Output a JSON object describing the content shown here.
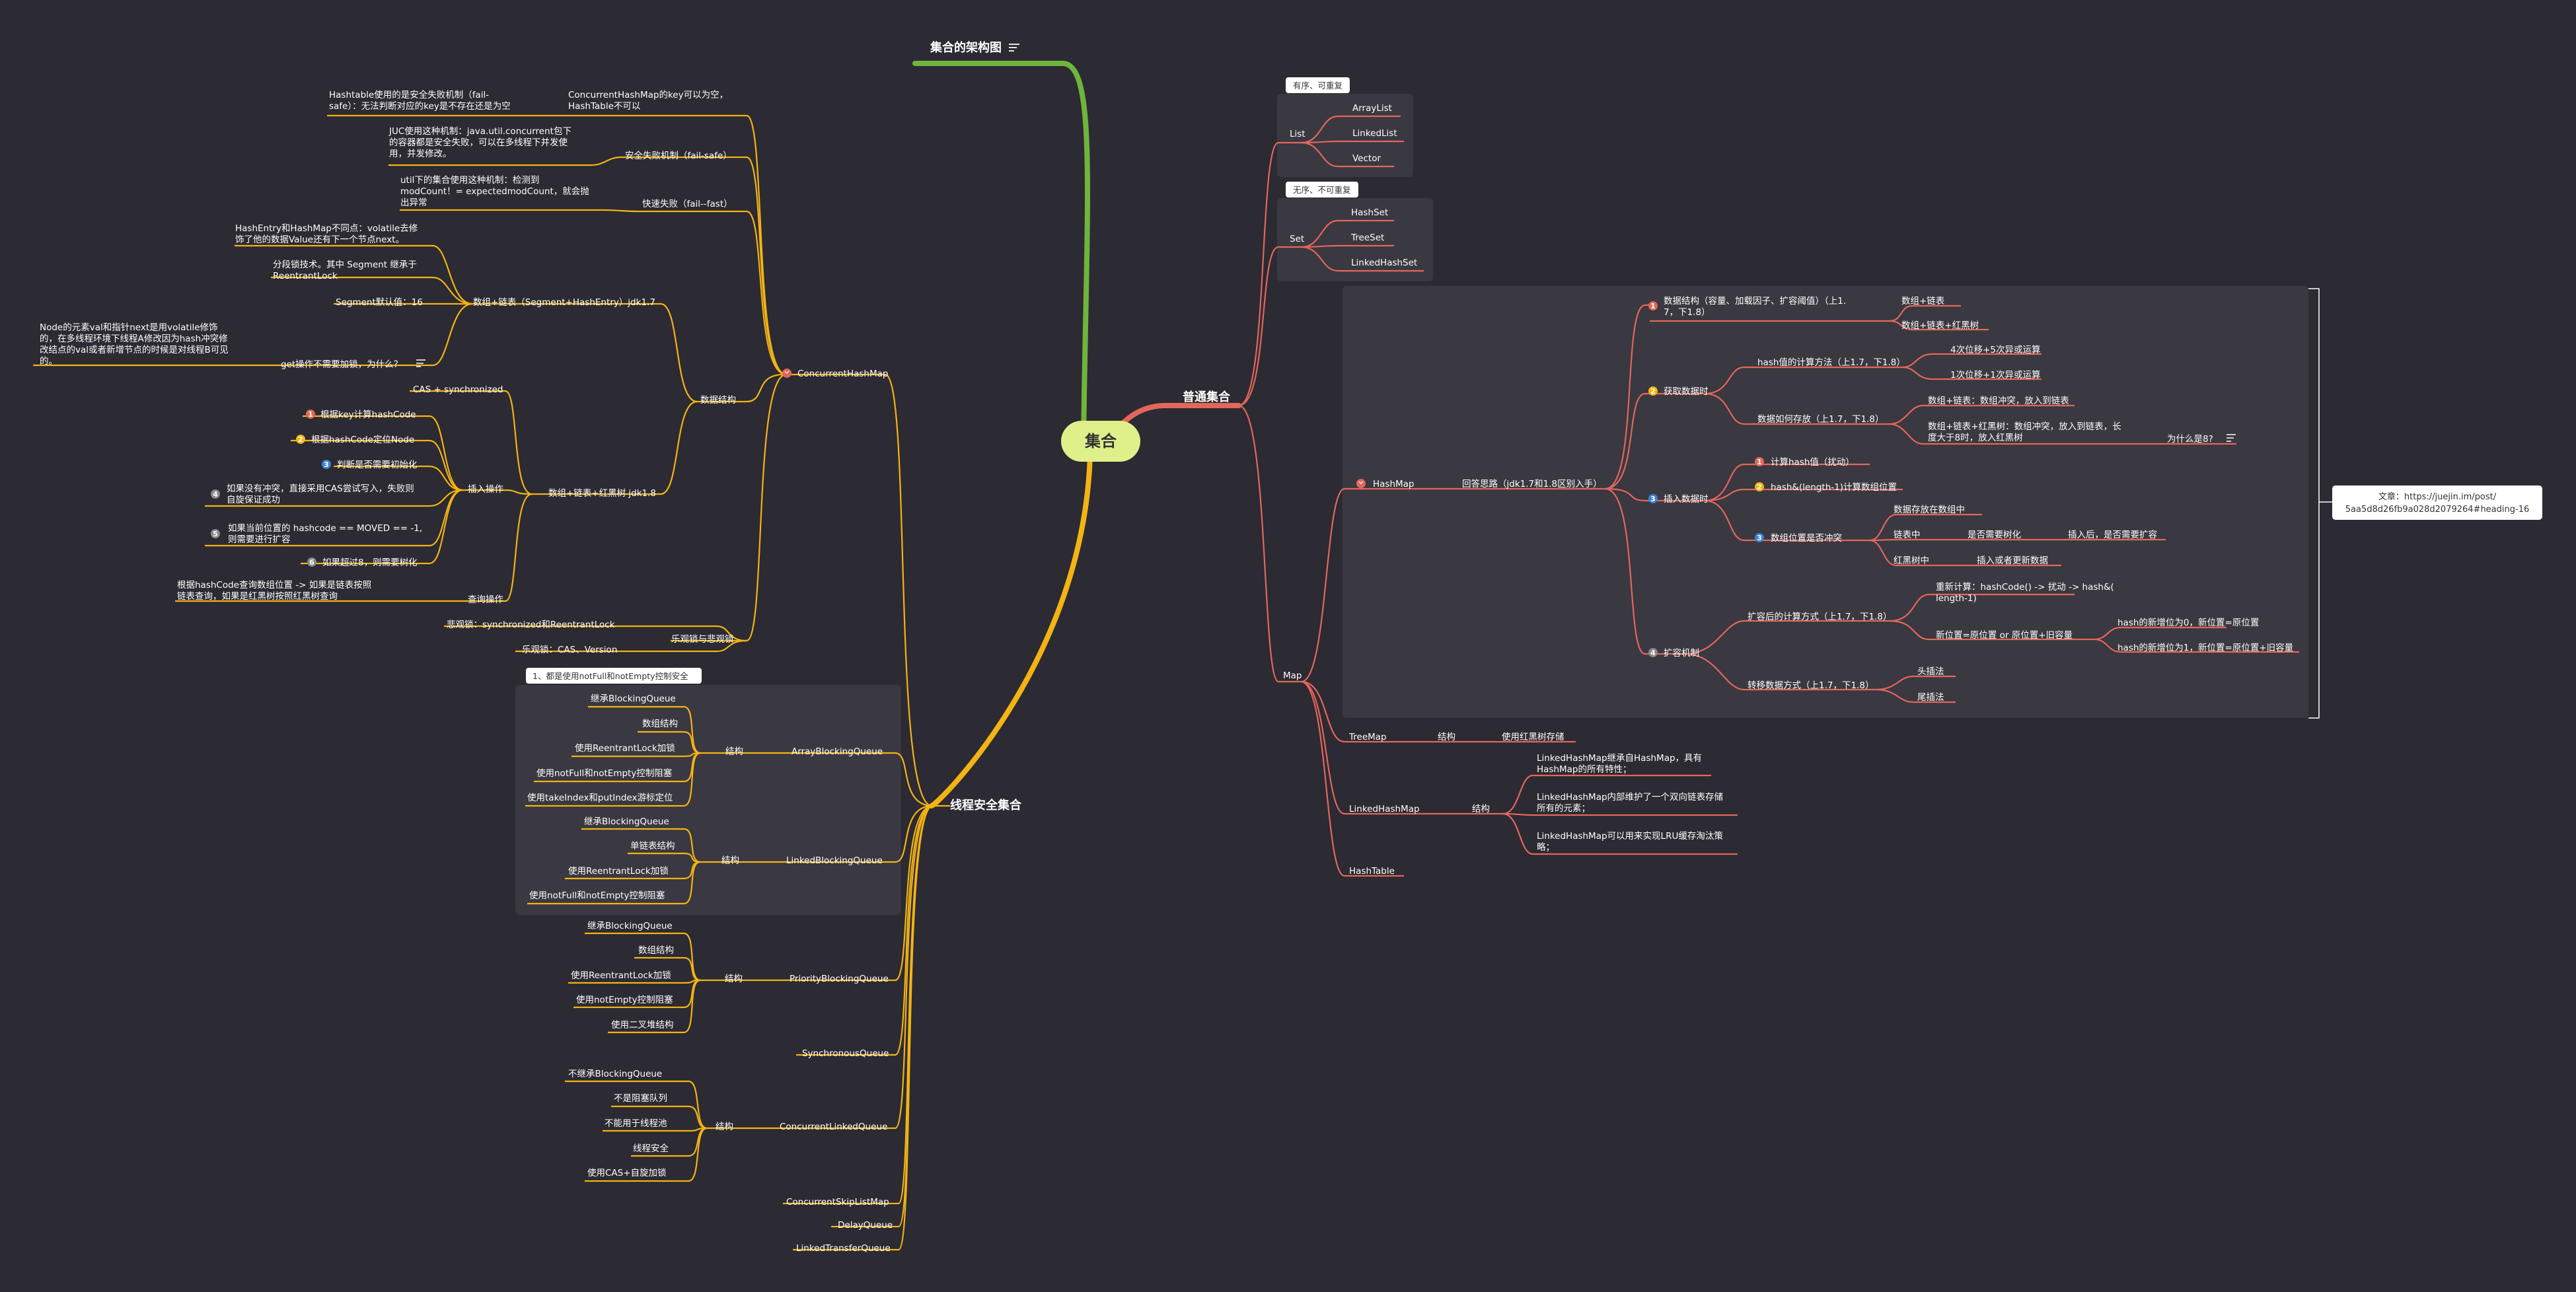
{
  "root": "集合",
  "branches": {
    "arch": "集合的架构图",
    "safe": "线程安全集合",
    "normal": "普通集合"
  },
  "tags": {
    "list": "有序、可重复",
    "set": "无序、不可重复",
    "blocking": "1、都是使用notFull和notEmpty控制安全"
  },
  "colors": {
    "root": "#dff08a",
    "left": "#f3b413",
    "right": "#e2675b",
    "arch": "#6fb43d",
    "background": "#2c2a33"
  },
  "left": {
    "chm": "ConcurrentHashMap",
    "chm_null": [
      "ConcurrentHashMap的key可以为空，",
      "HashTable不可以"
    ],
    "hashtable_failsafe": [
      "Hashtable使用的是安全失败机制（fail-",
      "safe）：无法判断对应的key是不存在还是为空"
    ],
    "failsafe": "安全失败机制（fail-safe）",
    "failsafe_desc": [
      "JUC使用这种机制：java.util.concurrent包下",
      "的容器都是安全失败，可以在多线程下并发使",
      "用，并发修改。"
    ],
    "failfast": "快速失败（fail--fast）",
    "failfast_desc": [
      "util下的集合使用这种机制：检测到",
      "modCount！= expectedmodCount，就会抛",
      "出异常"
    ],
    "data_struct": "数据结构",
    "jdk17": "数组+链表（Segment+HashEntry）jdk1.7",
    "hashentry": [
      "HashEntry和HashMap不同点：volatile去修",
      "饰了他的数据Value还有下一个节点next。"
    ],
    "segment_lock": [
      "分段锁技术。其中 Segment 继承于",
      "ReentrantLock"
    ],
    "segment_default": "Segment默认值：16",
    "get_nolock": "get操作不需要加锁，为什么？",
    "volatile_desc": [
      "Node的元素val和指针next是用volatile修饰",
      "的，在多线程环境下线程A修改因为hash冲突修",
      "改结点的val或者新增节点的时候是对线程B可见",
      "的。"
    ],
    "jdk18": "数组+链表+红黑树 jdk1.8",
    "cas_sync": "CAS + synchronized",
    "insert_op": "插入操作",
    "insert_steps": [
      "根据key计算hashCode",
      "根据hashCode定位Node",
      "判断是否需要初始化"
    ],
    "step4": [
      "如果没有冲突，直接采用CAS尝试写入，失败则",
      "自旋保证成功"
    ],
    "step5": [
      "如果当前位置的 hashcode == MOVED == -1,",
      "则需要进行扩容"
    ],
    "step6": "如果超过8，则需要树化",
    "step_nums": [
      "1",
      "2",
      "3",
      "4",
      "5",
      "6"
    ],
    "query_op": "查询操作",
    "query_desc": [
      "根据hashCode查询数组位置 -> 如果是链表按照",
      "链表查询，如果是红黑树按照红黑树查询"
    ],
    "locks": "乐观锁与悲观锁",
    "pessimistic": "悲观锁：synchronized和ReentrantLock",
    "optimistic": "乐观锁：CAS、Version",
    "structure": "结构",
    "abq": "ArrayBlockingQueue",
    "abq_items": [
      "继承BlockingQueue",
      "数组结构",
      "使用ReentrantLock加锁",
      "使用notFull和notEmpty控制阻塞",
      "使用takeIndex和putIndex游标定位"
    ],
    "lbq": "LinkedBlockingQueue",
    "lbq_items": [
      "继承BlockingQueue",
      "单链表结构",
      "使用ReentrantLock加锁",
      "使用notFull和notEmpty控制阻塞"
    ],
    "pbq": "PriorityBlockingQueue",
    "pbq_items": [
      "继承BlockingQueue",
      "数组结构",
      "使用ReentrantLock加锁",
      "使用notEmpty控制阻塞",
      "使用二叉堆结构"
    ],
    "sq": "SynchronousQueue",
    "clq": "ConcurrentLinkedQueue",
    "clq_items": [
      "不继承BlockingQueue",
      "不是阻塞队列",
      "不能用于线程池",
      "线程安全",
      "使用CAS+自旋加锁"
    ],
    "cslm": "ConcurrentSkipListMap",
    "dq": "DelayQueue",
    "ltq": "LinkedTransferQueue"
  },
  "right": {
    "list": "List",
    "list_items": [
      "ArrayList",
      "LinkedList",
      "Vector"
    ],
    "set": "Set",
    "set_items": [
      "HashSet",
      "TreeSet",
      "LinkedHashSet"
    ],
    "map": "Map",
    "hashmap": "HashMap",
    "answer": "回答思路（jdk1.7和1.8区别入手）",
    "ds": [
      "数据结构（容量、加载因子、扩容阈值）（上1.",
      "7，下1.8）"
    ],
    "ds_items": [
      "数组+链表",
      "数组+链表+红黑树"
    ],
    "get": "获取数据时",
    "hash_calc": "hash值的计算方法（上1.7，下1.8）",
    "hash_calc_items": [
      "4次位移+5次异或运算",
      "1次位移+1次异或运算"
    ],
    "store": "数据如何存放（上1.7，下1.8）",
    "store_1": "数组+链表：数组冲突，放入到链表",
    "store_2": [
      "数组+链表+红黑树：数组冲突，放入到链表，长",
      "度大于8时，放入红黑树"
    ],
    "why8": "为什么是8?",
    "insert": "插入数据时",
    "insert_items": [
      "计算hash值（扰动）",
      "hash&(length-1)计算数组位置",
      "数组位置是否冲突"
    ],
    "insert_nums": [
      "1",
      "2",
      "3",
      "4"
    ],
    "array_store": "数据存放在数组中",
    "linked_in": "链表中",
    "tail_head": "是否需要树化",
    "after_insert": "插入后，是否需要扩容",
    "rbtree_in": "红黑树中",
    "insert_update": "插入或者更新数据",
    "expand": "扩容机制",
    "after_calc": "扩容后的计算方式（上1.7，下1.8）",
    "recalc": [
      "重新计算：hashCode() -> 扰动 -> hash&(",
      "length-1)"
    ],
    "newpos": "新位置=原位置 or 原位置+旧容量",
    "hb0": "hash的新增位为0，新位置=原位置",
    "hb1": "hash的新增位为1，新位置=原位置+旧容量",
    "transfer": "转移数据方式（上1.7，下1.8）",
    "transfer_items": [
      "头插法",
      "尾插法"
    ],
    "treemap": "TreeMap",
    "tm_struct": "结构",
    "tm_desc": "使用红黑树存储",
    "lhm": "LinkedHashMap",
    "lhm_struct": "结构",
    "lhm_items": [
      [
        "LinkedHashMap继承自HashMap，具有",
        "HashMap的所有特性；"
      ],
      [
        "LinkedHashMap内部维护了一个双向链表存储",
        "所有的元素；"
      ],
      [
        "LinkedHashMap可以用来实现LRU缓存淘汰策",
        "略；"
      ]
    ],
    "hashtable": "HashTable"
  },
  "note": [
    "文章：https://juejin.im/post/",
    "5aa5d8d26fb9a028d2079264#heading-16"
  ]
}
